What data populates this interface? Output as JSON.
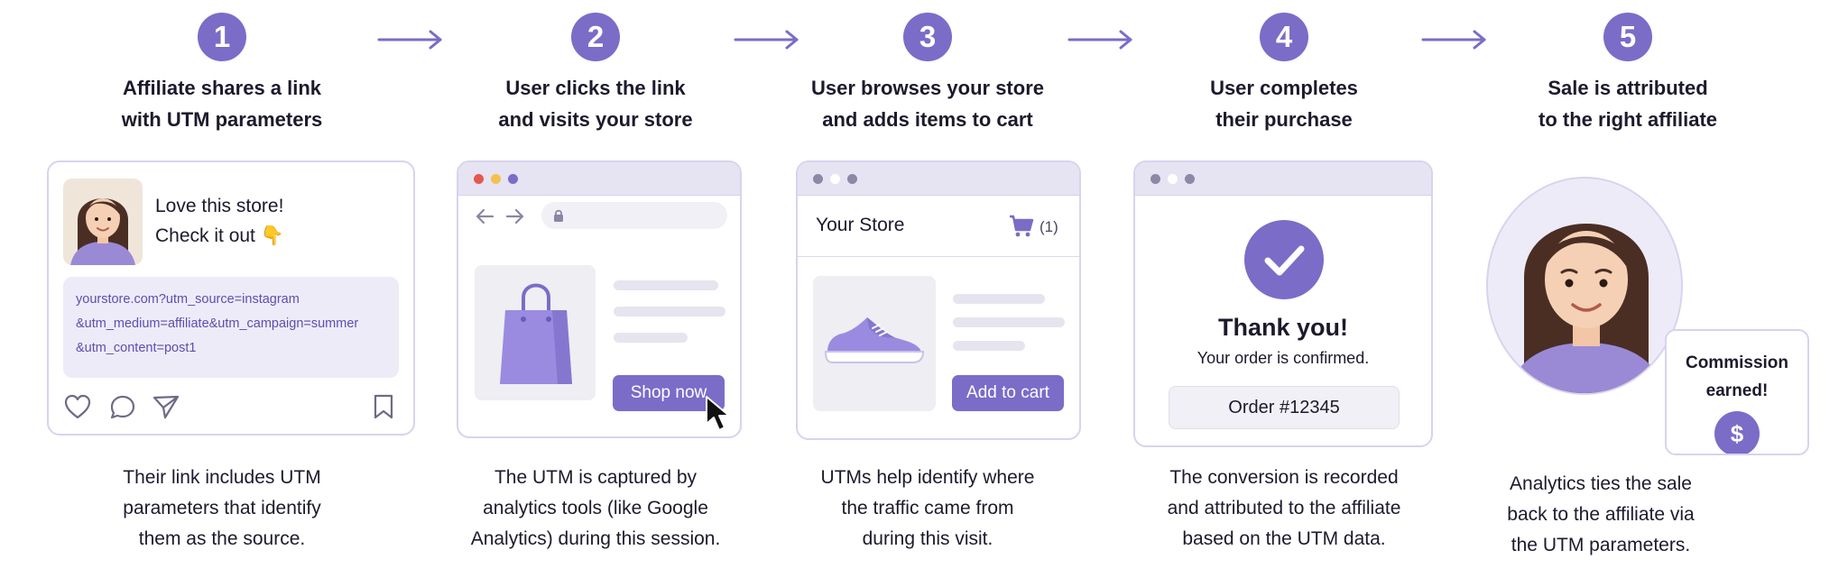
{
  "steps": [
    {
      "number": "1",
      "title_line1": "Affiliate shares a link",
      "title_line2": "with UTM parameters",
      "desc": [
        "Their link includes UTM",
        "parameters that identify",
        "them as the source."
      ]
    },
    {
      "number": "2",
      "title_line1": "User clicks the link",
      "title_line2": "and visits your store",
      "desc": [
        "The UTM is captured by",
        "analytics tools (like Google",
        "Analytics) during this session."
      ]
    },
    {
      "number": "3",
      "title_line1": "User browses your store",
      "title_line2": "and adds items to cart",
      "desc": [
        "UTMs help identify where",
        "the traffic came from",
        "during this visit."
      ]
    },
    {
      "number": "4",
      "title_line1": "User completes",
      "title_line2": "their purchase",
      "desc": [
        "The conversion is recorded",
        "and attributed to the affiliate",
        "based on the UTM data."
      ]
    },
    {
      "number": "5",
      "title_line1": "Sale is attributed",
      "title_line2": "to the right affiliate",
      "desc": [
        "Analytics ties the sale",
        "back to the affiliate via",
        "the UTM parameters."
      ]
    }
  ],
  "social_post": {
    "message_line1": "Love this store!",
    "message_line2": "Check it out",
    "emoji": "👇",
    "url_lines": [
      "yourstore.com?utm_source=instagram",
      "&utm_medium=affiliate&utm_campaign=summer",
      "&utm_content=post1"
    ]
  },
  "store_visit": {
    "button": "Shop now"
  },
  "store_cart": {
    "store_name": "Your Store",
    "cart_count": "(1)",
    "button": "Add to cart"
  },
  "confirmation": {
    "title": "Thank you!",
    "subtitle": "Your order is confirmed.",
    "order": "Order #12345"
  },
  "attribution": {
    "commission_line1": "Commission",
    "commission_line2": "earned!",
    "dollar": "$"
  },
  "colors": {
    "accent": "#7b6cc8",
    "accent_light": "#ece9f8",
    "border": "#d8d3ee"
  }
}
